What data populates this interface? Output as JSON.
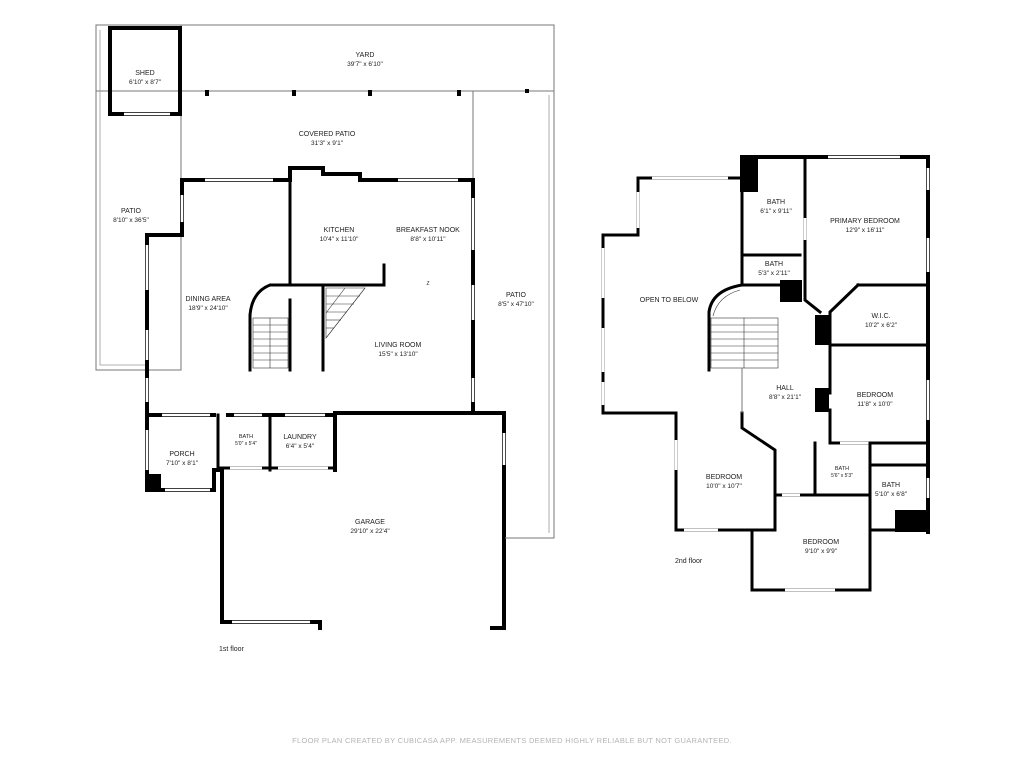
{
  "rooms": {
    "yard": {
      "name": "YARD",
      "dim": "39'7\" x 6'10\""
    },
    "shed": {
      "name": "SHED",
      "dim": "6'10\" x 8'7\""
    },
    "covered_patio": {
      "name": "COVERED PATIO",
      "dim": "31'3\" x 9'1\""
    },
    "patio_left": {
      "name": "PATIO",
      "dim": "8'10\" x 36'5\""
    },
    "kitchen": {
      "name": "KITCHEN",
      "dim": "10'4\" x 11'10\""
    },
    "breakfast_nook": {
      "name": "BREAKFAST NOOK",
      "dim": "8'8\" x 10'11\""
    },
    "dining_area": {
      "name": "DINING AREA",
      "dim": "18'9\" x 24'10\""
    },
    "patio_right": {
      "name": "PATIO",
      "dim": "8'5\" x 47'10\""
    },
    "living_room": {
      "name": "LIVING ROOM",
      "dim": "15'5\" x 13'10\""
    },
    "porch": {
      "name": "PORCH",
      "dim": "7'10\" x 8'1\""
    },
    "bath_1st": {
      "name": "BATH",
      "dim": "5'0\" x 5'4\""
    },
    "laundry": {
      "name": "LAUNDRY",
      "dim": "6'4\" x 5'4\""
    },
    "garage": {
      "name": "GARAGE",
      "dim": "29'10\" x 22'4\""
    },
    "bath_a": {
      "name": "BATH",
      "dim": "6'1\" x 9'11\""
    },
    "primary_bedroom": {
      "name": "PRIMARY BEDROOM",
      "dim": "12'9\" x 16'11\""
    },
    "bath_b": {
      "name": "BATH",
      "dim": "5'3\" x 2'11\""
    },
    "open_to_below": {
      "name": "OPEN TO BELOW",
      "dim": ""
    },
    "wic": {
      "name": "W.I.C.",
      "dim": "10'2\" x 6'2\""
    },
    "hall": {
      "name": "HALL",
      "dim": "8'8\" x 21'1\""
    },
    "bedroom_right": {
      "name": "BEDROOM",
      "dim": "11'8\" x 10'0\""
    },
    "bath_c": {
      "name": "BATH",
      "dim": "5'6\" x 5'3\""
    },
    "bath_d": {
      "name": "BATH",
      "dim": "5'10\" x 6'8\""
    },
    "bedroom_left": {
      "name": "BEDROOM",
      "dim": "10'0\" x 10'7\""
    },
    "bedroom_bottom": {
      "name": "BEDROOM",
      "dim": "9'10\" x 9'9\""
    }
  },
  "floors": {
    "first": "1st floor",
    "second": "2nd floor"
  },
  "stair_marker": "Z",
  "footer": "FLOOR PLAN CREATED BY CUBICASA APP. MEASUREMENTS DEEMED HIGHLY RELIABLE BUT NOT GUARANTEED."
}
